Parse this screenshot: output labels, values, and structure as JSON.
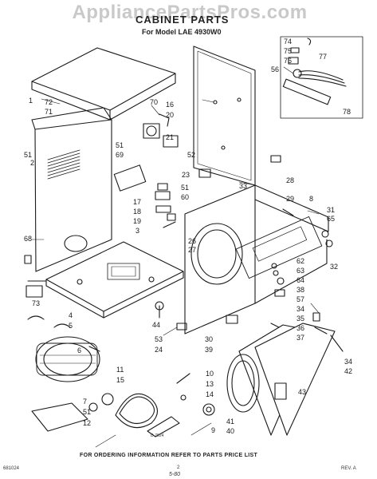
{
  "watermark": "AppliancePartsPros.com",
  "title": "CABINET PARTS",
  "subtitle": "For Model LAE 4930W0",
  "footer": "FOR ORDERING INFORMATION REFER TO PARTS PRICE LIST",
  "page_number": "2",
  "revision": "REV. A",
  "doc_code": "681024",
  "figure_id": "D-7024",
  "signature": "5-80",
  "callouts": [
    "1",
    "72",
    "71",
    "2",
    "51",
    "68",
    "73",
    "4",
    "5",
    "6",
    "7",
    "51",
    "12",
    "11",
    "15",
    "9",
    "10",
    "13",
    "14",
    "41",
    "40",
    "70",
    "16",
    "20",
    "21",
    "51",
    "69",
    "51",
    "60",
    "17",
    "18",
    "19",
    "3",
    "52",
    "23",
    "33",
    "26",
    "27",
    "44",
    "53",
    "24",
    "30",
    "39",
    "28",
    "29",
    "8",
    "31",
    "65",
    "32",
    "62",
    "63",
    "64",
    "38",
    "57",
    "34",
    "35",
    "36",
    "37",
    "34",
    "42",
    "43",
    "74",
    "75",
    "76",
    "77",
    "78",
    "56"
  ]
}
